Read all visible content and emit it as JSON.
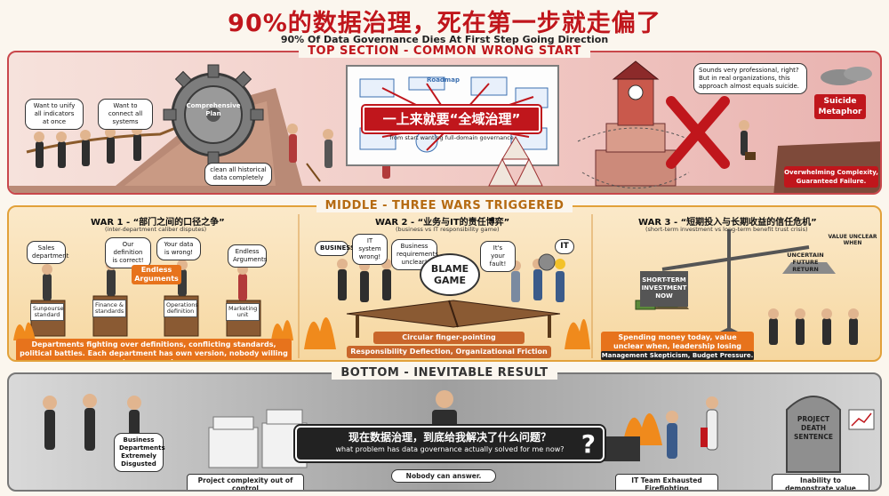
{
  "header": {
    "title": "90%的数据治理，死在第一步就走偏了",
    "subtitle": "90% Of Data Governance Dies At First Step Going Direction"
  },
  "top": {
    "label": "TOP SECTION - COMMON WRONG START",
    "bubble_unify": "Want to unify all indicators at once",
    "bubble_connect": "Want to connect all systems",
    "gear_label": "Comprehensive Plan",
    "bubble_clean": "clean all historical data completely",
    "roadmap": "Roadmap",
    "banner_cn": "一上来就要“全域治理”",
    "banner_en": "from start wanting full-domain governance",
    "bubble_professional": "Sounds very professional, right? But in real organizations, this approach almost equals suicide.",
    "suicide_sign": "Suicide Metaphor",
    "overwhelming": "Overwhelming Complexity, Guaranteed Failure."
  },
  "middle": {
    "label": "MIDDLE - THREE WARS TRIGGERED",
    "war1": {
      "title": "WAR 1 - “部门之间的口径之争”",
      "sub": "(inter-department caliber disputes)",
      "bubble_sales": "Sales department",
      "bubble_correct": "Our definition is correct!",
      "bubble_wrong": "Your data is wrong!",
      "bubble_endless": "Endless Arguments",
      "endless_banner": "Endless Arguments",
      "sign1": "Sunpourse standard",
      "sign2": "Finance & standards",
      "sign3": "Operations definition",
      "sign4": "Marketing unit",
      "bottom": "Departments fighting over definitions, conflicting standards, political battles. Each department has own version, nobody willing to compromise."
    },
    "war2": {
      "title": "WAR 2 - “业务与IT的责任博弈”",
      "sub": "(business vs IT responsibility game)",
      "bubble_business": "BUSINESS",
      "bubble_itwrong": "IT system wrong!",
      "bubble_requirements": "Business requirements unclear!",
      "bubble_fault": "It's your fault!",
      "bubble_it": "IT",
      "blame": "BLAME GAME",
      "caption1": "Circular finger-pointing",
      "caption2": "Responsibility Deflection, Organizational Friction"
    },
    "war3": {
      "title": "WAR 3 - “短期投入与长期收益的信任危机”",
      "sub": "(short-term investment vs long-term benefit trust crisis)",
      "value_unclear": "VALUE UNCLEAR WHEN",
      "uncertain": "UNCERTAIN FUTURE RETURN",
      "short_term": "SHORT-TERM INVESTMENT NOW",
      "bottom1": "Spending money today, value unclear when, leadership losing patience.",
      "bottom2": "Management Skepticism, Budget Pressure."
    }
  },
  "bottom": {
    "label": "BOTTOM - INEVITABLE RESULT",
    "disgusted": "Business Departments Extremely Disgusted",
    "question_cn": "现在数据治理，到底给我解决了什么问题？",
    "question_en": "what problem has data governance actually solved for me now?",
    "qmark": "?",
    "nobody": "Nobody can answer.",
    "cap_complexity": "Project complexity out of control",
    "cap_it": "IT Team Exhausted Firefighting",
    "cap_value": "Inability to demonstrate value",
    "tombstone": "PROJECT DEATH SENTENCE"
  },
  "colors": {
    "accent_red": "#c0161c",
    "accent_orange": "#e7731c",
    "dark": "#222222"
  }
}
